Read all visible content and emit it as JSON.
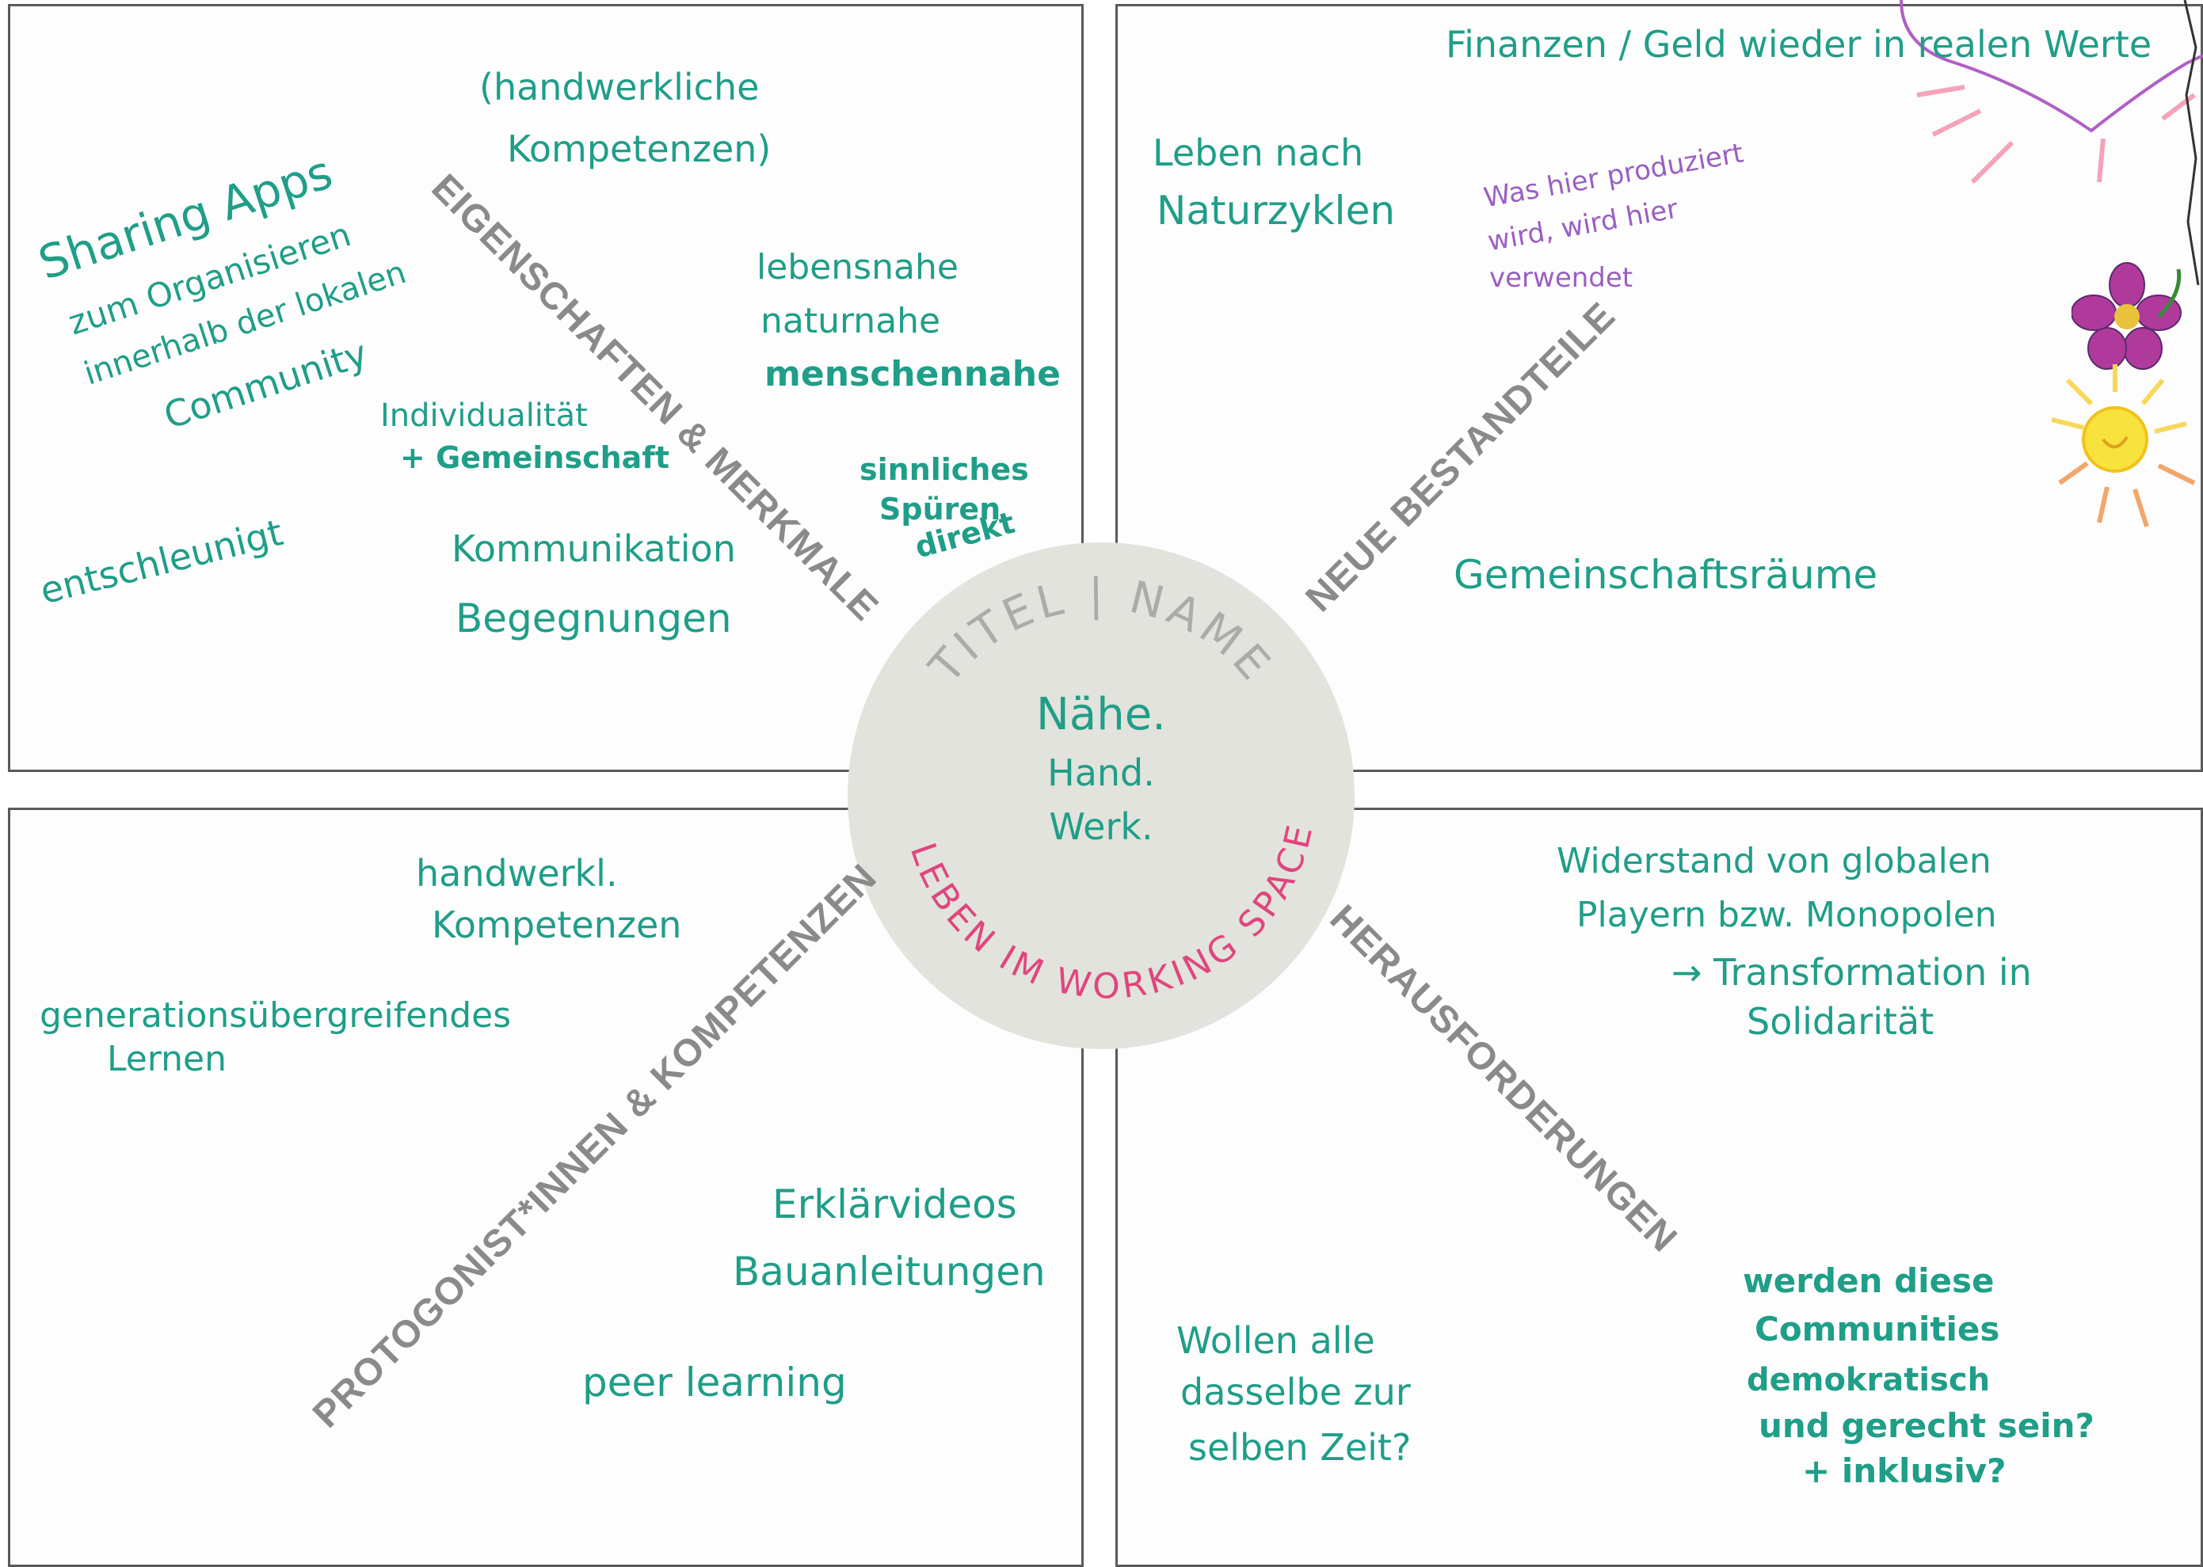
{
  "colors": {
    "handwriting": "#1f9e88",
    "purple": "#9a5fc3",
    "pink": "#e0457e",
    "gray": "#8a8a8a",
    "circle": "#e2e3dc"
  },
  "center": {
    "ring_top": "TITEL | NAME",
    "ring_bottom": "LEBEN IM WORKING SPACE",
    "lines": [
      "Nähe.",
      "Hand.",
      "Werk."
    ]
  },
  "diagonals": {
    "top_left": "EIGENSCHAFTEN & MERKMALE",
    "top_right": "NEUE BESTANDTEILE",
    "bottom_left": "PROTOGONIST*INNEN & KOMPETENZEN",
    "bottom_right": "HERAUSFORDERUNGEN"
  },
  "notes": {
    "tl_handwerkliche": "(handwerkliche",
    "tl_kompetenzen": "Kompetenzen)",
    "tl_sharing1": "Sharing Apps",
    "tl_sharing2": "zum Organisieren",
    "tl_sharing3": "innerhalb der lokalen",
    "tl_sharing4": "Community",
    "tl_lebensnahe": "lebensnahe",
    "tl_naturnahe": "naturnahe",
    "tl_menschennahe": "menschennahe",
    "tl_individualitaet": "Individualität",
    "tl_gemeinschaft": "+ Gemeinschaft",
    "tl_sinnliches": "sinnliches",
    "tl_spueren": "Spüren",
    "tl_direkt": "direkt",
    "tl_entschleunigt": "entschleunigt",
    "tl_kommunikation": "Kommunikation",
    "tl_begegnungen": "Begegnungen",
    "tr_finanzen": "Finanzen / Geld wieder in realen Werte",
    "tr_leben": "Leben nach",
    "tr_naturzyklen": "Naturzyklen",
    "tr_purple1": "Was hier produziert",
    "tr_purple2": "wird, wird hier",
    "tr_purple3": "verwendet",
    "tr_gemeinschaftsraeume": "Gemeinschaftsräume",
    "bl_handwerkl": "handwerkl.",
    "bl_kompetenzen": "Kompetenzen",
    "bl_generationen": "generationsübergreifendes",
    "bl_lernen": "Lernen",
    "bl_erklaervideos": "Erklärvideos",
    "bl_bauanleitungen": "Bauanleitungen",
    "bl_peer": "peer learning",
    "br_widerstand1": "Widerstand von globalen",
    "br_widerstand2": "Playern bzw. Monopolen",
    "br_transformation": "→ Transformation in",
    "br_solidaritaet": "Solidarität",
    "br_wollen1": "Wollen alle",
    "br_wollen2": "dasselbe zur",
    "br_wollen3": "selben Zeit?",
    "br_werden1": "werden diese",
    "br_werden2": "Communities",
    "br_werden3": "demokratisch",
    "br_werden4": "und gerecht sein?",
    "br_werden5": "+ inklusiv?"
  }
}
